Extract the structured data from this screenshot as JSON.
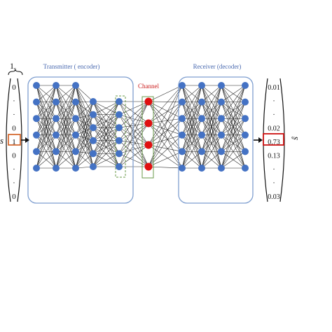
{
  "labels": {
    "transmitter": "Transmitter ( encoder)",
    "receiver": "Receiver (decoder)",
    "channel": "Channel",
    "input_symbol": "s",
    "output_symbol": "ŝ",
    "one_hot": "1",
    "one_hot_sub": "s"
  },
  "input_vector": {
    "entries": [
      "0",
      "·",
      "·",
      "0",
      "1",
      "0",
      "·",
      "·",
      "0"
    ],
    "highlight_index": 4
  },
  "output_vector": {
    "entries": [
      "0.01",
      "·",
      "·",
      "0.02",
      "0.73",
      "0.13",
      "·",
      "·",
      "0.03"
    ],
    "highlight_index": 4
  },
  "network": {
    "node_color": "#4472c4",
    "channel_node_color": "#e01010",
    "edge_color": "#222222",
    "box_color": "#7f9fd0",
    "highlight_color": "#d05a1a",
    "output_highlight_color": "#cc1111",
    "channel_box_color": "#6a9a4a",
    "layer_sizes": [
      6,
      6,
      6,
      6,
      6,
      4,
      6,
      6,
      6,
      6
    ]
  }
}
